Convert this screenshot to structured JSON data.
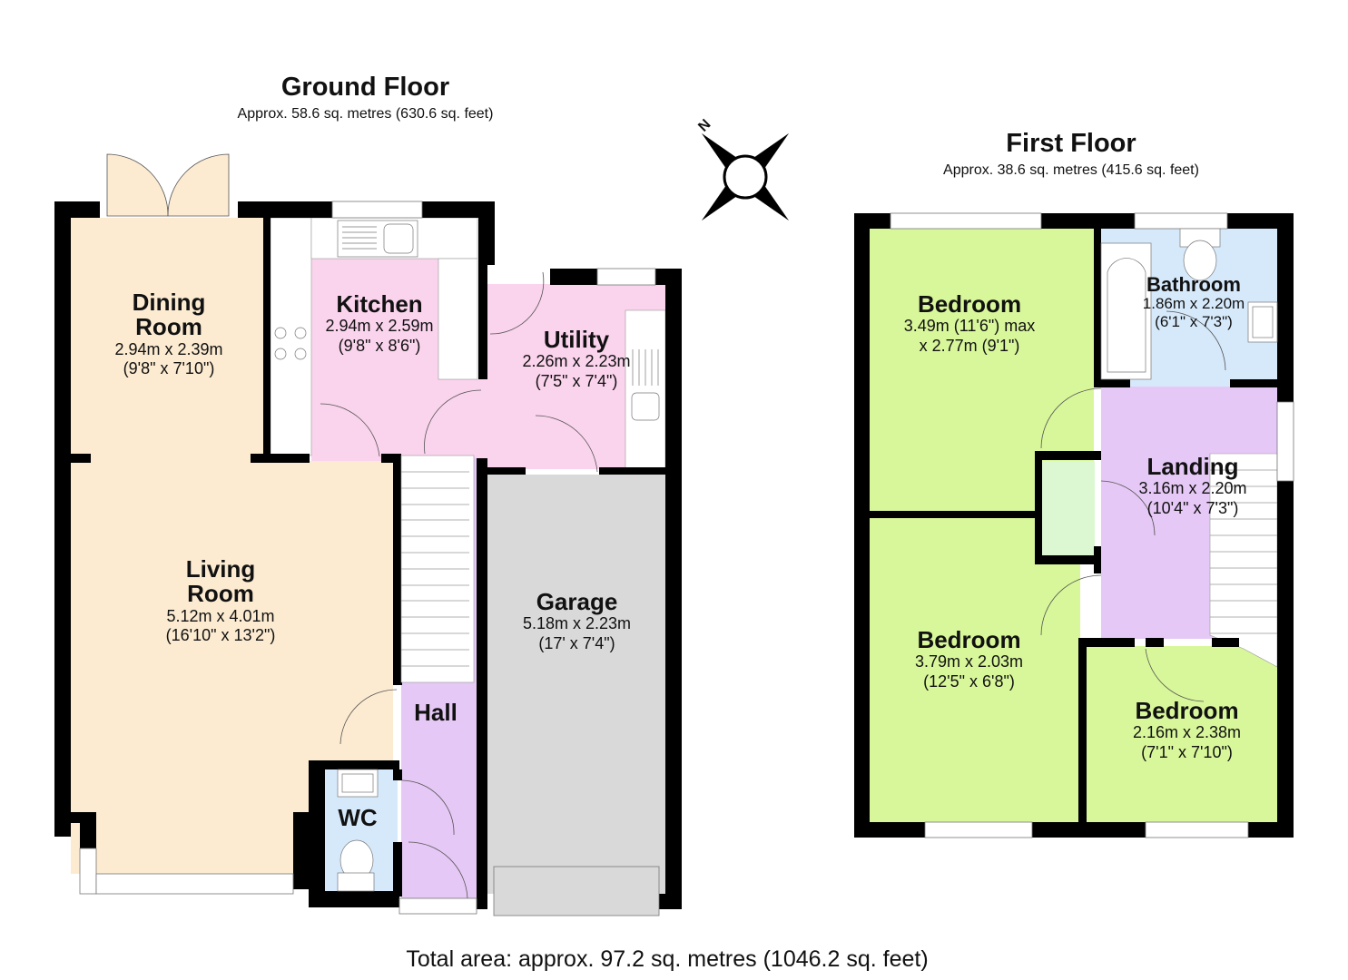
{
  "colors": {
    "wall": "#000000",
    "dining_living": "#fcebd1",
    "kitchen_utility": "#fad3ec",
    "hall_landing": "#e5c8f5",
    "garage": "#d9d9d9",
    "wc_bathroom": "#d6e9fb",
    "bedroom": "#d8f79a",
    "cupboard": "#dcf8d2",
    "fixtures": "#ffffff"
  },
  "ground_floor": {
    "title": "Ground Floor",
    "area": "Approx. 58.6 sq. metres (630.6 sq. feet)",
    "rooms": [
      {
        "name_line1": "Dining",
        "name_line2": "Room",
        "metric": "2.94m x 2.39m",
        "imperial": "(9'8\" x 7'10\")"
      },
      {
        "name_line1": "Kitchen",
        "metric": "2.94m x 2.59m",
        "imperial": "(9'8\" x 8'6\")"
      },
      {
        "name_line1": "Utility",
        "metric": "2.26m x 2.23m",
        "imperial": "(7'5\" x 7'4\")"
      },
      {
        "name_line1": "Living",
        "name_line2": "Room",
        "metric": "5.12m x 4.01m",
        "imperial": "(16'10\" x 13'2\")"
      },
      {
        "name_line1": "Garage",
        "metric": "5.18m x 2.23m",
        "imperial": "(17' x 7'4\")"
      },
      {
        "name_line1": "Hall"
      },
      {
        "name_line1": "WC"
      }
    ]
  },
  "first_floor": {
    "title": "First Floor",
    "area": "Approx. 38.6 sq. metres (415.6 sq. feet)",
    "rooms": [
      {
        "name_line1": "Bedroom",
        "metric": "3.49m (11'6\") max",
        "imperial": "x 2.77m (9'1\")"
      },
      {
        "name_line1": "Bathroom",
        "metric": "1.86m x 2.20m",
        "imperial": "(6'1\" x 7'3\")"
      },
      {
        "name_line1": "Landing",
        "metric": "3.16m x 2.20m",
        "imperial": "(10'4\" x 7'3\")"
      },
      {
        "name_line1": "Bedroom",
        "metric": "3.79m x 2.03m",
        "imperial": "(12'5\" x 6'8\")"
      },
      {
        "name_line1": "Bedroom",
        "metric": "2.16m x 2.38m",
        "imperial": "(7'1\" x 7'10\")"
      }
    ]
  },
  "compass": {
    "north_label": "N",
    "icon": "compass-rose-icon"
  },
  "total_area": "Total area: approx. 97.2 sq. metres (1046.2 sq. feet)"
}
